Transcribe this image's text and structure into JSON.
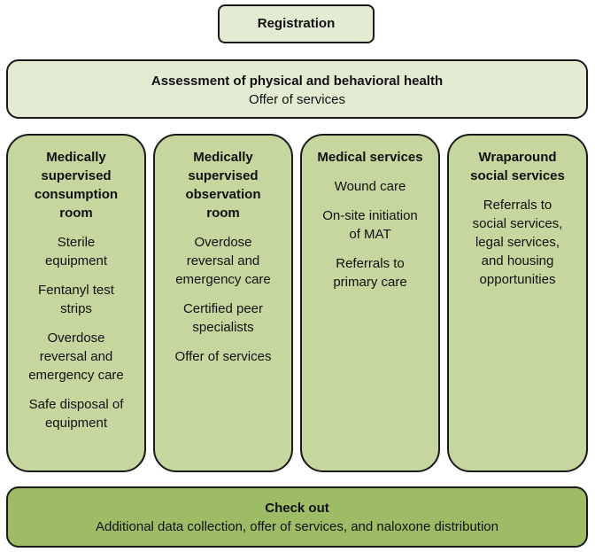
{
  "registration": "Registration",
  "assessment": {
    "title": "Assessment of physical and behavioral health",
    "subtitle": "Offer of services"
  },
  "columns": [
    {
      "title_lines": [
        "Medically",
        "supervised",
        "consumption",
        "room"
      ],
      "items": [
        [
          "Sterile",
          "equipment"
        ],
        [
          "Fentanyl test",
          "strips"
        ],
        [
          "Overdose",
          "reversal and",
          "emergency care"
        ],
        [
          "Safe disposal of",
          "equipment"
        ]
      ]
    },
    {
      "title_lines": [
        "Medically",
        "supervised",
        "observation",
        "room"
      ],
      "items": [
        [
          "Overdose",
          "reversal and",
          "emergency care"
        ],
        [
          "Certified peer",
          "specialists"
        ],
        [
          "Offer of services"
        ]
      ]
    },
    {
      "title_lines": [
        "Medical services"
      ],
      "items": [
        [
          "Wound care"
        ],
        [
          "On-site initiation",
          "of MAT"
        ],
        [
          "Referrals to",
          "primary care"
        ]
      ]
    },
    {
      "title_lines": [
        "Wraparound",
        "social services"
      ],
      "items": [
        [
          "Referrals to",
          "social services,",
          "legal services,",
          "and housing",
          "opportunities"
        ]
      ]
    }
  ],
  "checkout": {
    "title": "Check out",
    "subtitle": "Additional data collection, offer of services, and naloxone distribution"
  }
}
